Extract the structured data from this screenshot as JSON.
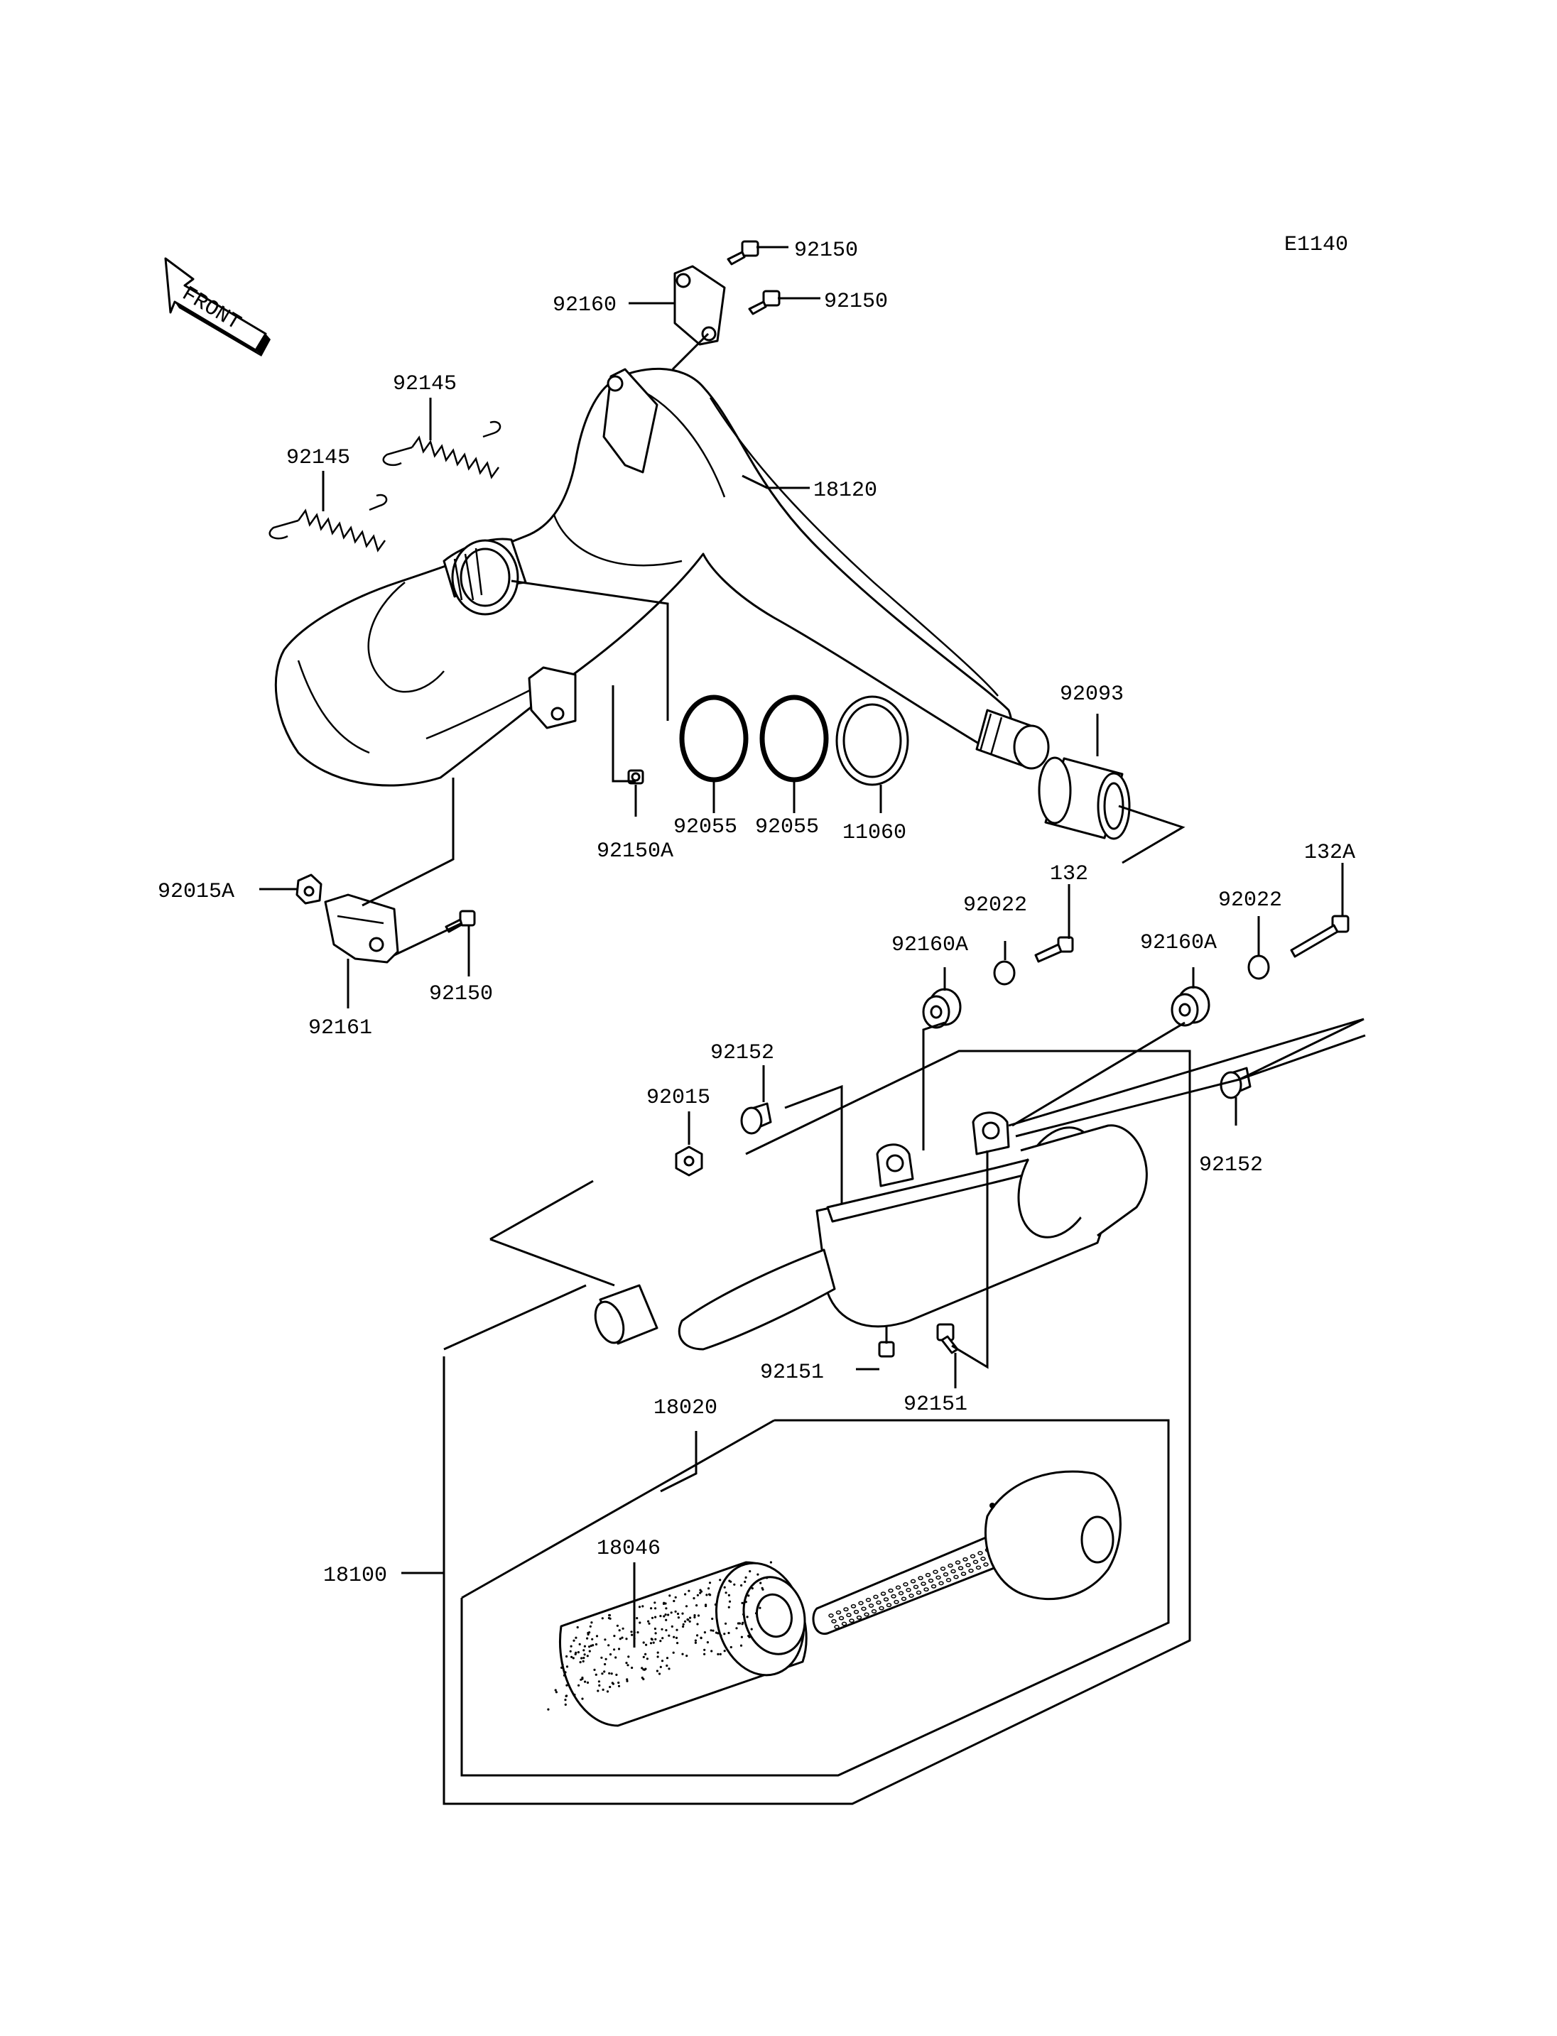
{
  "diagram": {
    "code": "E1140",
    "front_label": "FRONT",
    "parts": [
      {
        "id": "92150",
        "label": "92150"
      },
      {
        "id": "92160",
        "label": "92160"
      },
      {
        "id": "92150-b",
        "label": "92150"
      },
      {
        "id": "92145-a",
        "label": "92145"
      },
      {
        "id": "92145-b",
        "label": "92145"
      },
      {
        "id": "18120",
        "label": "18120"
      },
      {
        "id": "92093",
        "label": "92093"
      },
      {
        "id": "92055-a",
        "label": "92055"
      },
      {
        "id": "92055-b",
        "label": "92055"
      },
      {
        "id": "11060",
        "label": "11060"
      },
      {
        "id": "92150A",
        "label": "92150A"
      },
      {
        "id": "92015A",
        "label": "92015A"
      },
      {
        "id": "92150-c",
        "label": "92150"
      },
      {
        "id": "92161",
        "label": "92161"
      },
      {
        "id": "132",
        "label": "132"
      },
      {
        "id": "132A",
        "label": "132A"
      },
      {
        "id": "92022-a",
        "label": "92022"
      },
      {
        "id": "92022-b",
        "label": "92022"
      },
      {
        "id": "92160A-a",
        "label": "92160A"
      },
      {
        "id": "92160A-b",
        "label": "92160A"
      },
      {
        "id": "92152-a",
        "label": "92152"
      },
      {
        "id": "92015",
        "label": "92015"
      },
      {
        "id": "92152-b",
        "label": "92152"
      },
      {
        "id": "92151-a",
        "label": "92151"
      },
      {
        "id": "92151-b",
        "label": "92151"
      },
      {
        "id": "18020",
        "label": "18020"
      },
      {
        "id": "18046",
        "label": "18046"
      },
      {
        "id": "18100",
        "label": "18100"
      }
    ]
  }
}
